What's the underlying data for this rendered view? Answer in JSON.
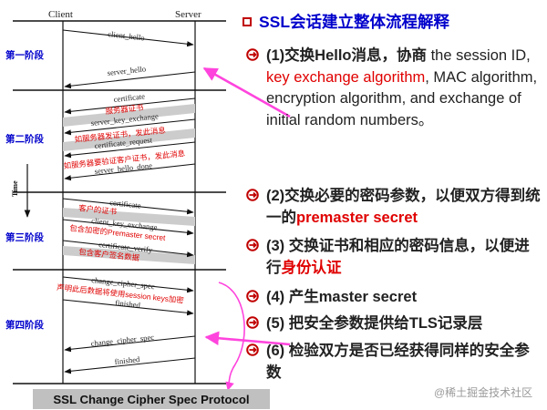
{
  "diagram": {
    "client_label": "Client",
    "server_label": "Server",
    "time_label": "Time",
    "phases": [
      "第一阶段",
      "第二阶段",
      "第三阶段",
      "第四阶段"
    ],
    "messages": [
      "client_hello",
      "server_hello",
      "certificate",
      "server_key_exchange",
      "certificate_request",
      "server_hello_done",
      "certificate",
      "client_key_exchange",
      "certificate_verify",
      "change_cipher_spec",
      "finished",
      "change_cipher_spec",
      "finished"
    ],
    "notes": [
      "服务器证书",
      "如服务器发证书，发此消息",
      "如服务器要验证客户证书，发此消息",
      "客户的证书",
      "包含加密的Premaster secret",
      "包含客户签名数据",
      "声明此后数据将使用session keys加密"
    ],
    "caption": "SSL Change Cipher Spec Protocol"
  },
  "panel": {
    "title": "SSL会话建立整体流程解释",
    "items": [
      {
        "lead": "(1)交换Hello消息，协商",
        "p1": " the session ID, ",
        "red": "key exchange algorithm",
        "p2": ", MAC algorithm, encryption algorithm, and exchange of initial random numbers。"
      },
      {
        "lead": "(2)交换必要的密码参数，以便双方得到统一的",
        "red": "premaster secret"
      },
      {
        "lead": "(3) 交换证书和相应的密码信息，以便进行",
        "red": "身份认证"
      },
      {
        "lead": "(4) 产生master secret"
      },
      {
        "lead": "(5) 把安全参数提供给TLS记录层"
      },
      {
        "lead": "(6) 检验双方是否已经获得同样的安全参数"
      }
    ]
  },
  "watermark": "@稀土掘金技术社区",
  "colors": {
    "title_blue": "#0000cc",
    "phase_blue": "#0000cc",
    "note_red": "#e00000",
    "pink_arrow": "#ff44dd",
    "bullet_red": "#c00000",
    "caption_bg": "#c0c0c0",
    "grey_band": "#cccccc"
  }
}
